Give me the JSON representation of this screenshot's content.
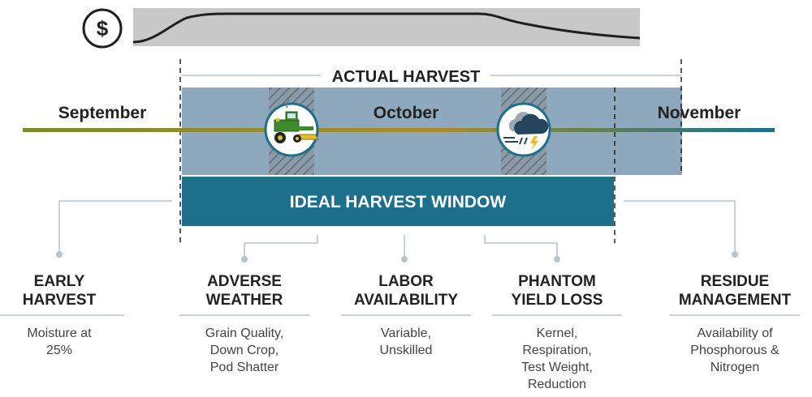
{
  "price_icon": {
    "symbol": "$",
    "icon": "dollar-icon"
  },
  "timeline": {
    "months": [
      "September",
      "October",
      "November"
    ],
    "actual_harvest_label": "ACTUAL HARVEST",
    "ideal_window_label": "IDEAL HARVEST WINDOW",
    "combine_icon": "combine-harvester-icon",
    "weather_icon": "storm-cloud-icon"
  },
  "categories": [
    {
      "title_lines": [
        "EARLY",
        "HARVEST"
      ],
      "desc_lines": [
        "Moisture at",
        "25%"
      ]
    },
    {
      "title_lines": [
        "ADVERSE",
        "WEATHER"
      ],
      "desc_lines": [
        "Grain Quality,",
        "Down Crop,",
        "Pod Shatter"
      ]
    },
    {
      "title_lines": [
        "LABOR",
        "AVAILABILITY"
      ],
      "desc_lines": [
        "Variable,",
        "Unskilled"
      ]
    },
    {
      "title_lines": [
        "PHANTOM",
        "YIELD LOSS"
      ],
      "desc_lines": [
        "Kernel,",
        "Respiration,",
        "Test Weight,",
        "Reduction"
      ]
    },
    {
      "title_lines": [
        "RESIDUE",
        "MANAGEMENT"
      ],
      "desc_lines": [
        "Availability of",
        "Phosphorous &",
        "Nitrogen"
      ]
    }
  ],
  "colors": {
    "actual_band": "#8ea8bd",
    "ideal_band": "#1e6f8c",
    "price_panel": "#c8c8c8",
    "timeline_start": "#7f8a2a",
    "timeline_end": "#1b6f8e",
    "connector": "#b8c4cc"
  }
}
